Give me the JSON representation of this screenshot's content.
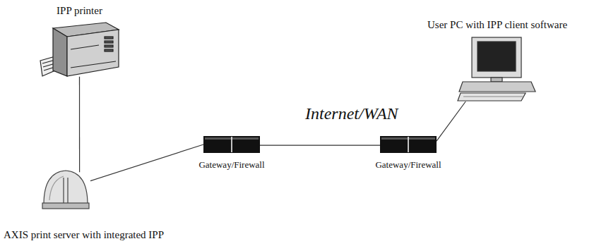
{
  "diagram": {
    "nodes": [
      {
        "text": [
          "IPP printer"
        ]
      },
      {
        "text": [
          "AXIS print server with integrated IPP"
        ]
      },
      {
        "text": [
          "Gateway/Firewall"
        ]
      },
      {
        "text": [
          "Gateway/Firewall"
        ]
      },
      {
        "text": [
          "User PC with IPP client software"
        ]
      }
    ],
    "edges": [
      {
        "from": 0,
        "to": 1,
        "arrow": "none"
      },
      {
        "from": 1,
        "to": 2,
        "arrow": "none"
      },
      {
        "from": 2,
        "to": 3,
        "arrow": "none"
      },
      {
        "from": 3,
        "to": 4,
        "arrow": "none"
      }
    ],
    "labels": [
      "Internet/WAN"
    ]
  }
}
